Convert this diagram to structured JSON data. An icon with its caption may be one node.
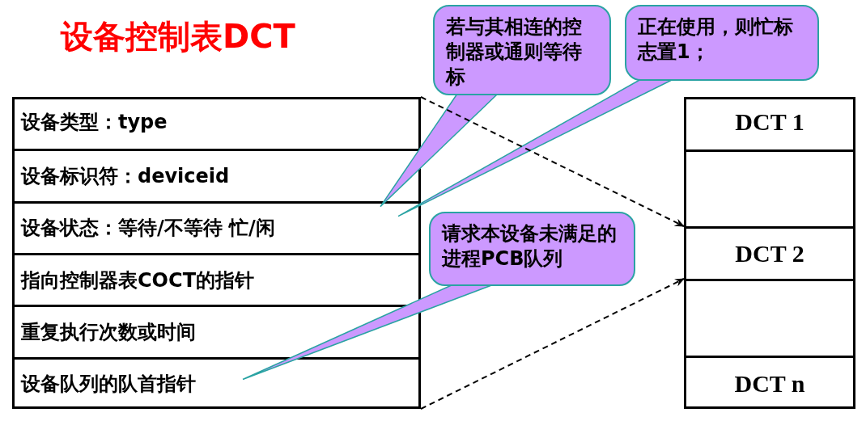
{
  "diagram": {
    "title": "设备控制表DCT",
    "nodes": [
      {
        "text": [],
        "shape": "box"
      },
      {
        "text": [
          "设备类型：type"
        ],
        "in": 0
      },
      {
        "text": [
          "设备标识符：deviceid"
        ],
        "in": 0
      },
      {
        "text": [
          "设备状态：等待/不等待 忙/闲"
        ],
        "in": 0
      },
      {
        "text": [
          "指向控制器表COCT的指针"
        ],
        "in": 0
      },
      {
        "text": [
          "重复执行次数或时间"
        ],
        "in": 0
      },
      {
        "text": [
          "设备队列的队首指针"
        ],
        "in": 0
      },
      {
        "text": [],
        "shape": "box"
      },
      {
        "text": [
          "DCT 1"
        ],
        "in": 7
      },
      {
        "text": [],
        "shape": "box",
        "in": 7
      },
      {
        "text": [
          "DCT 2"
        ],
        "in": 7
      },
      {
        "text": [],
        "shape": "box",
        "in": 7
      },
      {
        "text": [
          "DCT n"
        ],
        "in": 7
      },
      {
        "text": [
          "若与其相连的控制器或通则等待标"
        ]
      },
      {
        "text": [
          "正在使用，则忙标志置1；"
        ]
      },
      {
        "text": [
          "请求本设备未满足的进程PCB队列"
        ]
      }
    ],
    "edges": [
      {
        "from": 13,
        "to": 3,
        "arrow": "none"
      },
      {
        "from": 14,
        "to": 3,
        "arrow": "none"
      },
      {
        "from": 0,
        "to": 10,
        "arrow": "to",
        "style": "dashed"
      },
      {
        "from": 15,
        "to": 6,
        "arrow": "none"
      },
      {
        "from": 0,
        "to": 10,
        "arrow": "to",
        "style": "dashed"
      }
    ]
  }
}
